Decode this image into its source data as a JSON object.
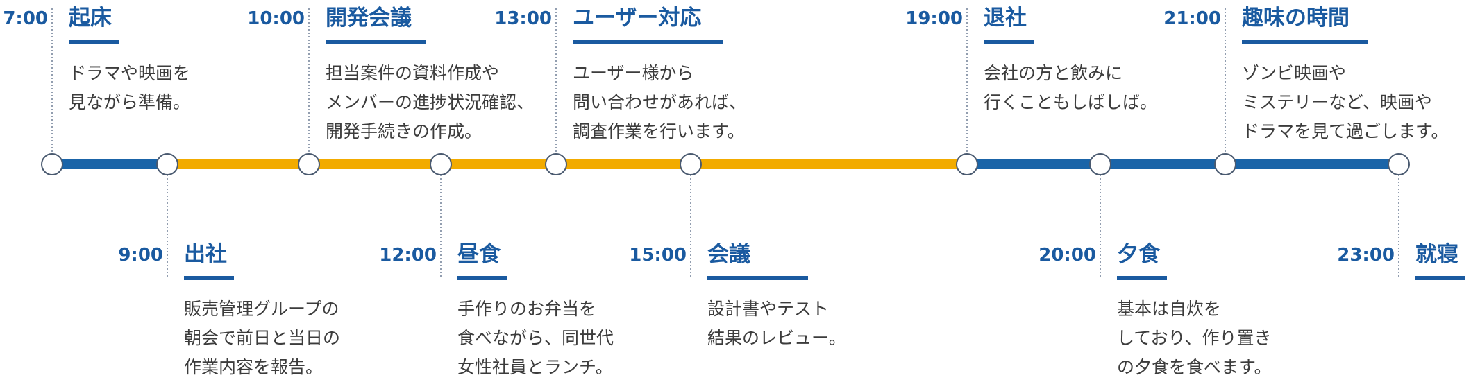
{
  "colors": {
    "work": "#f2ab00",
    "home": "#1a64a8",
    "text_blue": "#1a5aa0"
  },
  "events": [
    {
      "time": "7:00",
      "title": "起床",
      "desc": "ドラマや映画を\n見ながら準備。",
      "pos": "top"
    },
    {
      "time": "9:00",
      "title": "出社",
      "desc": "販売管理グループの\n朝会で前日と当日の\n作業内容を報告。",
      "pos": "bottom"
    },
    {
      "time": "10:00",
      "title": "開発会議",
      "desc": "担当案件の資料作成や\nメンバーの進捗状況確認、\n開発手続きの作成。",
      "pos": "top"
    },
    {
      "time": "12:00",
      "title": "昼食",
      "desc": "手作りのお弁当を\n食べながら、同世代\n女性社員とランチ。",
      "pos": "bottom"
    },
    {
      "time": "13:00",
      "title": "ユーザー対応",
      "desc": "ユーザー様から\n問い合わせがあれば、\n調査作業を行います。",
      "pos": "top"
    },
    {
      "time": "15:00",
      "title": "会議",
      "desc": "設計書やテスト\n結果のレビュー。",
      "pos": "bottom"
    },
    {
      "time": "19:00",
      "title": "退社",
      "desc": "会社の方と飲みに\n行くこともしばしば。",
      "pos": "top"
    },
    {
      "time": "20:00",
      "title": "夕食",
      "desc": "基本は自炊を\nしており、作り置き\nの夕食を食べます。",
      "pos": "bottom"
    },
    {
      "time": "21:00",
      "title": "趣味の時間",
      "desc": "ゾンビ映画や\nミステリーなど、映画や\nドラマを見て過ごします。",
      "pos": "top"
    },
    {
      "time": "23:00",
      "title": "就寝",
      "desc": "",
      "pos": "bottom"
    }
  ],
  "segments": [
    "home",
    "work",
    "work",
    "work",
    "work",
    "work",
    "home",
    "home",
    "home"
  ]
}
